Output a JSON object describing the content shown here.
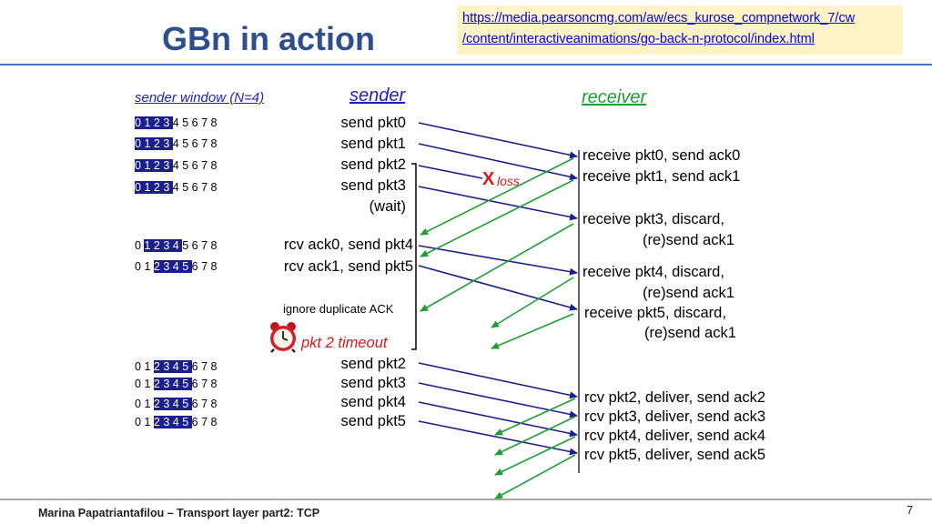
{
  "title": "GBn in action",
  "link": {
    "line1": "https://media.pearsoncmg.com/aw/ecs_kurose_compnetwork_7/cw",
    "line2": "/content/interactiveanimations/go-back-n-protocol/index.html"
  },
  "headers": {
    "sender_window": "sender window (N=4)",
    "sender": "sender",
    "receiver": "receiver"
  },
  "window_rows": [
    {
      "seq": [
        "0",
        "1",
        "2",
        "3",
        "4",
        "5",
        "6",
        "7",
        "8"
      ],
      "base": 0,
      "size": 4
    },
    {
      "seq": [
        "0",
        "1",
        "2",
        "3",
        "4",
        "5",
        "6",
        "7",
        "8"
      ],
      "base": 0,
      "size": 4
    },
    {
      "seq": [
        "0",
        "1",
        "2",
        "3",
        "4",
        "5",
        "6",
        "7",
        "8"
      ],
      "base": 0,
      "size": 4
    },
    {
      "seq": [
        "0",
        "1",
        "2",
        "3",
        "4",
        "5",
        "6",
        "7",
        "8"
      ],
      "base": 0,
      "size": 4
    },
    {
      "seq": [
        "0",
        "1",
        "2",
        "3",
        "4",
        "5",
        "6",
        "7",
        "8"
      ],
      "base": 1,
      "size": 4
    },
    {
      "seq": [
        "0",
        "1",
        "2",
        "3",
        "4",
        "5",
        "6",
        "7",
        "8"
      ],
      "base": 2,
      "size": 4
    },
    {
      "seq": [
        "0",
        "1",
        "2",
        "3",
        "4",
        "5",
        "6",
        "7",
        "8"
      ],
      "base": 2,
      "size": 4
    },
    {
      "seq": [
        "0",
        "1",
        "2",
        "3",
        "4",
        "5",
        "6",
        "7",
        "8"
      ],
      "base": 2,
      "size": 4
    },
    {
      "seq": [
        "0",
        "1",
        "2",
        "3",
        "4",
        "5",
        "6",
        "7",
        "8"
      ],
      "base": 2,
      "size": 4
    },
    {
      "seq": [
        "0",
        "1",
        "2",
        "3",
        "4",
        "5",
        "6",
        "7",
        "8"
      ],
      "base": 2,
      "size": 4
    }
  ],
  "sender_events": [
    "send  pkt0",
    "send  pkt1",
    "send  pkt2",
    "send  pkt3",
    "(wait)",
    "rcv ack0, send pkt4",
    "rcv ack1, send pkt5",
    "send  pkt2",
    "send  pkt3",
    "send  pkt4",
    "send  pkt5"
  ],
  "ignore_label": "ignore duplicate ACK",
  "timeout_label": "pkt 2 timeout",
  "loss": {
    "mark": "X",
    "label": "loss"
  },
  "receiver_events": [
    "receive pkt0, send ack0",
    "receive pkt1, send ack1",
    "receive pkt3, discard,",
    "(re)send ack1",
    "receive pkt4, discard,",
    "(re)send ack1",
    "receive pkt5, discard,",
    "(re)send ack1",
    "rcv pkt2, deliver, send ack2",
    "rcv pkt3, deliver, send ack3",
    "rcv pkt4, deliver, send ack4",
    "rcv pkt5, deliver, send ack5"
  ],
  "footer": "Marina Papatriantafilou –  Transport layer part2: TCP",
  "page_number": "7",
  "colors": {
    "title": "#2e4f8c",
    "window": "#1b1e8f",
    "data_arrow": "#1b1e8f",
    "ack_arrow": "#1e9e33",
    "loss": "#d31b1b"
  }
}
